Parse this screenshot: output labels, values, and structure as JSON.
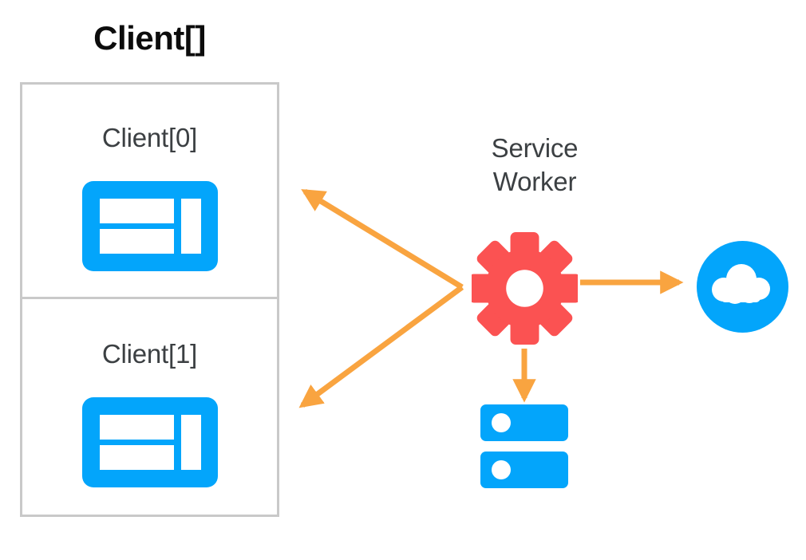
{
  "diagram": {
    "title": "Service Worker clients diagram",
    "background": "#ffffff"
  },
  "colors": {
    "blue": "#03a5fb",
    "red": "#fb5252",
    "orange": "#f9a440",
    "border_gray": "#c9c9c9",
    "text_dark": "#3c4043",
    "text_black": "#0c0c0c",
    "white": "#ffffff"
  },
  "client_group": {
    "title": "Client[]",
    "clients": [
      {
        "label": "Client[0]",
        "icon": "browser-window-icon"
      },
      {
        "label": "Client[1]",
        "icon": "browser-window-icon"
      }
    ]
  },
  "service_worker": {
    "title_line1": "Service",
    "title_line2": "Worker",
    "icon": "gear-icon"
  },
  "nodes": {
    "cloud": {
      "icon": "cloud-icon",
      "label": ""
    },
    "database": {
      "icon": "database-icon",
      "label": ""
    }
  },
  "connections": [
    {
      "from": "service-worker",
      "to": "client-0",
      "direction": "to-client",
      "color": "#f9a440"
    },
    {
      "from": "service-worker",
      "to": "client-1",
      "direction": "to-client",
      "color": "#f9a440"
    },
    {
      "from": "service-worker",
      "to": "cloud",
      "direction": "to-cloud",
      "color": "#f9a440"
    },
    {
      "from": "service-worker",
      "to": "database",
      "direction": "to-database",
      "color": "#f9a440"
    }
  ]
}
